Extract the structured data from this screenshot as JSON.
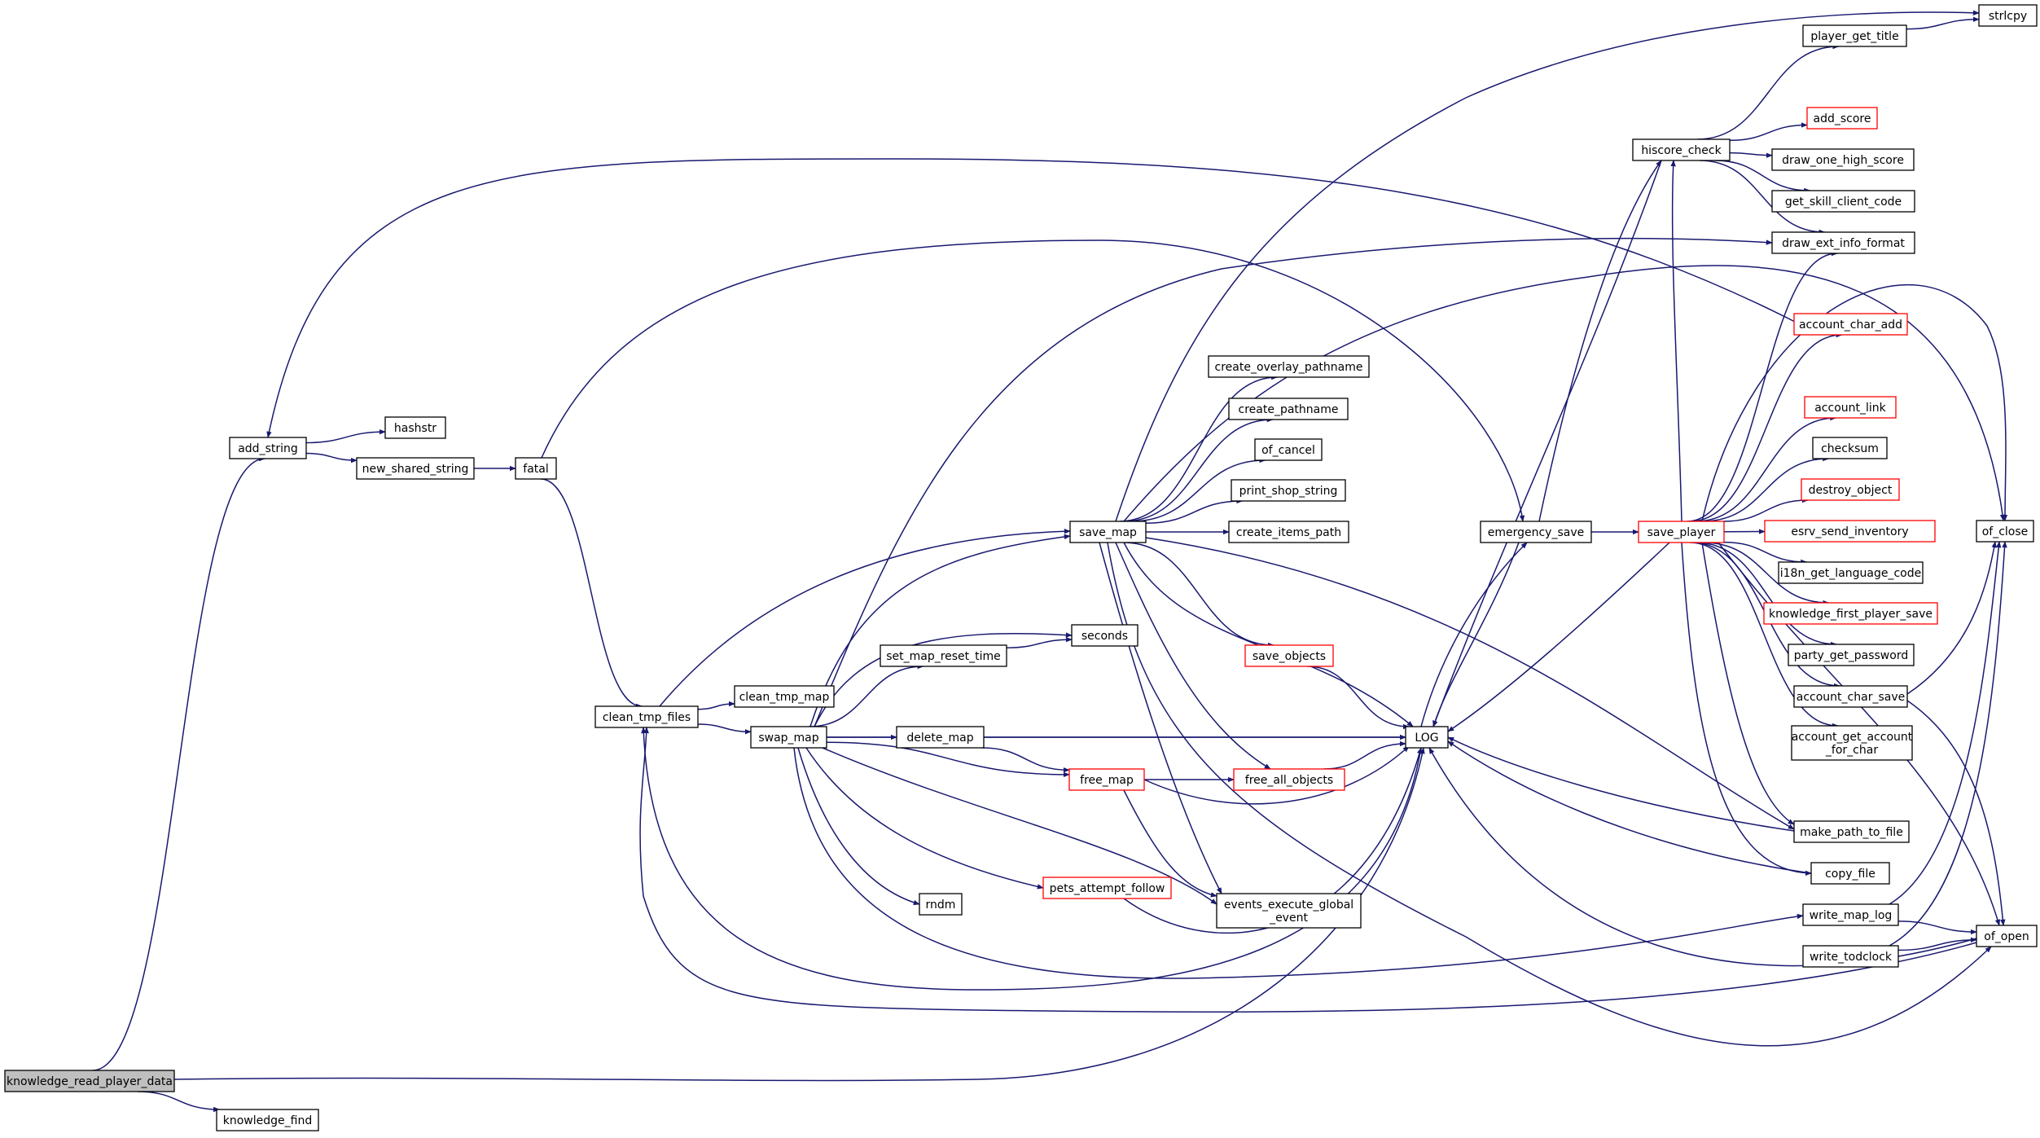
{
  "colors": {
    "edge": "#191970",
    "node_border_default": "#000000",
    "node_border_truncated": "#ff0000",
    "root_fill": "#bfbfbf",
    "node_fill": "#ffffff"
  },
  "nodes": [
    {
      "id": "knowledge_read_player_data",
      "label": "knowledge_read_player_data",
      "style": "root"
    },
    {
      "id": "knowledge_find",
      "label": "knowledge_find",
      "style": "normal"
    },
    {
      "id": "add_string",
      "label": "add_string",
      "style": "normal"
    },
    {
      "id": "hashstr",
      "label": "hashstr",
      "style": "normal"
    },
    {
      "id": "new_shared_string",
      "label": "new_shared_string",
      "style": "normal"
    },
    {
      "id": "fatal",
      "label": "fatal",
      "style": "normal"
    },
    {
      "id": "clean_tmp_files",
      "label": "clean_tmp_files",
      "style": "normal"
    },
    {
      "id": "clean_tmp_map",
      "label": "clean_tmp_map",
      "style": "normal"
    },
    {
      "id": "swap_map",
      "label": "swap_map",
      "style": "normal"
    },
    {
      "id": "save_map",
      "label": "save_map",
      "style": "normal"
    },
    {
      "id": "set_map_reset_time",
      "label": "set_map_reset_time",
      "style": "normal"
    },
    {
      "id": "seconds",
      "label": "seconds",
      "style": "normal"
    },
    {
      "id": "delete_map",
      "label": "delete_map",
      "style": "normal"
    },
    {
      "id": "free_map",
      "label": "free_map",
      "style": "truncated"
    },
    {
      "id": "rndm",
      "label": "rndm",
      "style": "normal"
    },
    {
      "id": "pets_attempt_follow",
      "label": "pets_attempt_follow",
      "style": "truncated"
    },
    {
      "id": "create_overlay_pathname",
      "label": "create_overlay_pathname",
      "style": "normal"
    },
    {
      "id": "create_pathname",
      "label": "create_pathname",
      "style": "normal"
    },
    {
      "id": "of_cancel",
      "label": "of_cancel",
      "style": "normal"
    },
    {
      "id": "print_shop_string",
      "label": "print_shop_string",
      "style": "normal"
    },
    {
      "id": "create_items_path",
      "label": "create_items_path",
      "style": "normal"
    },
    {
      "id": "save_objects",
      "label": "save_objects",
      "style": "truncated"
    },
    {
      "id": "free_all_objects",
      "label": "free_all_objects",
      "style": "truncated"
    },
    {
      "id": "events_execute_global_event",
      "label": [
        "events_execute_global",
        "_event"
      ],
      "style": "normal"
    },
    {
      "id": "LOG",
      "label": "LOG",
      "style": "normal"
    },
    {
      "id": "emergency_save",
      "label": "emergency_save",
      "style": "normal"
    },
    {
      "id": "save_player",
      "label": "save_player",
      "style": "truncated"
    },
    {
      "id": "hiscore_check",
      "label": "hiscore_check",
      "style": "normal"
    },
    {
      "id": "player_get_title",
      "label": "player_get_title",
      "style": "normal"
    },
    {
      "id": "strlcpy",
      "label": "strlcpy",
      "style": "normal"
    },
    {
      "id": "add_score",
      "label": "add_score",
      "style": "truncated"
    },
    {
      "id": "draw_one_high_score",
      "label": "draw_one_high_score",
      "style": "normal"
    },
    {
      "id": "get_skill_client_code",
      "label": "get_skill_client_code",
      "style": "normal"
    },
    {
      "id": "draw_ext_info_format",
      "label": "draw_ext_info_format",
      "style": "normal"
    },
    {
      "id": "account_char_add",
      "label": "account_char_add",
      "style": "truncated"
    },
    {
      "id": "account_link",
      "label": "account_link",
      "style": "truncated"
    },
    {
      "id": "checksum",
      "label": "checksum",
      "style": "normal"
    },
    {
      "id": "destroy_object",
      "label": "destroy_object",
      "style": "truncated"
    },
    {
      "id": "esrv_send_inventory",
      "label": "esrv_send_inventory",
      "style": "truncated"
    },
    {
      "id": "i18n_get_language_code",
      "label": "i18n_get_language_code",
      "style": "normal"
    },
    {
      "id": "knowledge_first_player_save",
      "label": "knowledge_first_player_save",
      "style": "truncated"
    },
    {
      "id": "party_get_password",
      "label": "party_get_password",
      "style": "normal"
    },
    {
      "id": "account_char_save",
      "label": "account_char_save",
      "style": "normal"
    },
    {
      "id": "account_get_account_for_char",
      "label": [
        "account_get_account",
        "_for_char"
      ],
      "style": "normal"
    },
    {
      "id": "make_path_to_file",
      "label": "make_path_to_file",
      "style": "normal"
    },
    {
      "id": "copy_file",
      "label": "copy_file",
      "style": "normal"
    },
    {
      "id": "write_map_log",
      "label": "write_map_log",
      "style": "normal"
    },
    {
      "id": "write_todclock",
      "label": "write_todclock",
      "style": "normal"
    },
    {
      "id": "of_close",
      "label": "of_close",
      "style": "normal"
    },
    {
      "id": "of_open",
      "label": "of_open",
      "style": "normal"
    }
  ],
  "edges": [
    [
      "knowledge_read_player_data",
      "add_string"
    ],
    [
      "knowledge_read_player_data",
      "knowledge_find"
    ],
    [
      "knowledge_read_player_data",
      "LOG"
    ],
    [
      "add_string",
      "hashstr"
    ],
    [
      "add_string",
      "new_shared_string"
    ],
    [
      "new_shared_string",
      "fatal"
    ],
    [
      "fatal",
      "clean_tmp_files"
    ],
    [
      "fatal",
      "emergency_save"
    ],
    [
      "clean_tmp_files",
      "clean_tmp_map"
    ],
    [
      "clean_tmp_files",
      "save_map"
    ],
    [
      "clean_tmp_files",
      "swap_map"
    ],
    [
      "swap_map",
      "save_map"
    ],
    [
      "swap_map",
      "seconds"
    ],
    [
      "swap_map",
      "set_map_reset_time"
    ],
    [
      "swap_map",
      "delete_map"
    ],
    [
      "swap_map",
      "free_map"
    ],
    [
      "swap_map",
      "LOG"
    ],
    [
      "swap_map",
      "rndm"
    ],
    [
      "swap_map",
      "pets_attempt_follow"
    ],
    [
      "swap_map",
      "events_execute_global_event"
    ],
    [
      "swap_map",
      "write_map_log"
    ],
    [
      "swap_map",
      "draw_ext_info_format"
    ],
    [
      "set_map_reset_time",
      "seconds"
    ],
    [
      "delete_map",
      "free_map"
    ],
    [
      "delete_map",
      "LOG"
    ],
    [
      "free_map",
      "free_all_objects"
    ],
    [
      "free_map",
      "LOG"
    ],
    [
      "free_map",
      "events_execute_global_event"
    ],
    [
      "pets_attempt_follow",
      "LOG"
    ],
    [
      "save_map",
      "create_overlay_pathname"
    ],
    [
      "save_map",
      "create_pathname"
    ],
    [
      "save_map",
      "of_cancel"
    ],
    [
      "save_map",
      "print_shop_string"
    ],
    [
      "save_map",
      "create_items_path"
    ],
    [
      "save_map",
      "save_objects"
    ],
    [
      "save_map",
      "free_all_objects"
    ],
    [
      "save_map",
      "events_execute_global_event"
    ],
    [
      "save_map",
      "LOG"
    ],
    [
      "save_map",
      "make_path_to_file"
    ],
    [
      "save_map",
      "strlcpy"
    ],
    [
      "save_map",
      "of_close"
    ],
    [
      "save_map",
      "of_open"
    ],
    [
      "save_objects",
      "LOG"
    ],
    [
      "free_all_objects",
      "LOG"
    ],
    [
      "LOG",
      "emergency_save"
    ],
    [
      "LOG",
      "clean_tmp_files"
    ],
    [
      "emergency_save",
      "LOG"
    ],
    [
      "emergency_save",
      "save_player"
    ],
    [
      "emergency_save",
      "hiscore_check"
    ],
    [
      "save_player",
      "LOG"
    ],
    [
      "save_player",
      "hiscore_check"
    ],
    [
      "save_player",
      "draw_ext_info_format"
    ],
    [
      "save_player",
      "account_char_add"
    ],
    [
      "save_player",
      "account_link"
    ],
    [
      "save_player",
      "checksum"
    ],
    [
      "save_player",
      "destroy_object"
    ],
    [
      "save_player",
      "esrv_send_inventory"
    ],
    [
      "save_player",
      "i18n_get_language_code"
    ],
    [
      "save_player",
      "knowledge_first_player_save"
    ],
    [
      "save_player",
      "party_get_password"
    ],
    [
      "save_player",
      "account_char_save"
    ],
    [
      "save_player",
      "account_get_account_for_char"
    ],
    [
      "save_player",
      "make_path_to_file"
    ],
    [
      "save_player",
      "copy_file"
    ],
    [
      "save_player",
      "of_close"
    ],
    [
      "save_player",
      "of_open"
    ],
    [
      "hiscore_check",
      "player_get_title"
    ],
    [
      "hiscore_check",
      "add_score"
    ],
    [
      "hiscore_check",
      "draw_one_high_score"
    ],
    [
      "hiscore_check",
      "get_skill_client_code"
    ],
    [
      "hiscore_check",
      "draw_ext_info_format"
    ],
    [
      "hiscore_check",
      "LOG"
    ],
    [
      "player_get_title",
      "strlcpy"
    ],
    [
      "account_char_add",
      "add_string"
    ],
    [
      "account_char_save",
      "of_close"
    ],
    [
      "account_char_save",
      "of_open"
    ],
    [
      "make_path_to_file",
      "LOG"
    ],
    [
      "copy_file",
      "LOG"
    ],
    [
      "write_map_log",
      "of_close"
    ],
    [
      "write_map_log",
      "of_open"
    ],
    [
      "write_todclock",
      "of_close"
    ],
    [
      "write_todclock",
      "of_open"
    ],
    [
      "of_open",
      "LOG"
    ],
    [
      "of_open",
      "clean_tmp_files"
    ]
  ]
}
